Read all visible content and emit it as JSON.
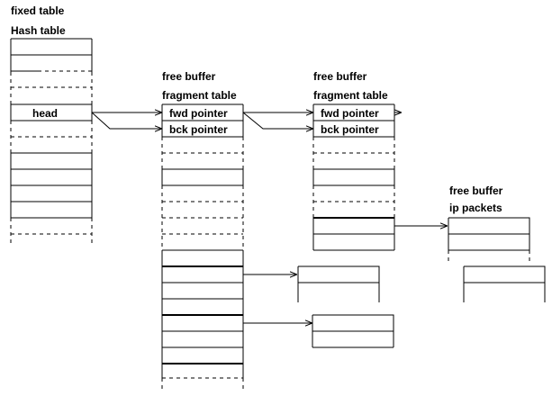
{
  "hash_table": {
    "title_line1": "fixed table",
    "title_line2": "Hash table",
    "head_label": "head"
  },
  "fragment_table_1": {
    "title_line1": "free buffer",
    "title_line2": "fragment table",
    "fwd_label": "fwd pointer",
    "bck_label": "bck pointer"
  },
  "fragment_table_2": {
    "title_line1": "free buffer",
    "title_line2": "fragment table",
    "fwd_label": "fwd pointer",
    "bck_label": "bck pointer"
  },
  "ip_packets": {
    "title_line1": "free buffer",
    "title_line2": "ip packets"
  }
}
